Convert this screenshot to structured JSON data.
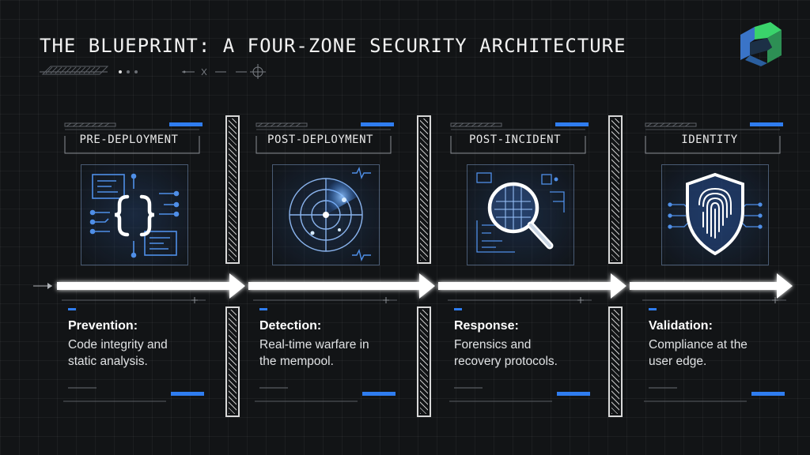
{
  "title": "THE BLUEPRINT: A FOUR-ZONE SECURITY ARCHITECTURE",
  "colors": {
    "accent": "#2f7df0",
    "background": "#121416",
    "logo_green": "#3ad36b",
    "logo_blue": "#3a74c8"
  },
  "zones": [
    {
      "label": "PRE-DEPLOYMENT",
      "icon": "code-braces-circuit-icon",
      "heading": "Prevention:",
      "lines": [
        "Code integrity and",
        "static analysis."
      ]
    },
    {
      "label": "POST-DEPLOYMENT",
      "icon": "radar-icon",
      "heading": "Detection:",
      "lines": [
        "Real-time warfare in",
        "the mempool."
      ]
    },
    {
      "label": "POST-INCIDENT",
      "icon": "magnifier-icon",
      "heading": "Response:",
      "lines": [
        "Forensics and",
        "recovery protocols."
      ]
    },
    {
      "label": "IDENTITY",
      "icon": "fingerprint-shield-icon",
      "heading": "Validation:",
      "lines": [
        "Compliance at the",
        "user edge."
      ]
    }
  ]
}
